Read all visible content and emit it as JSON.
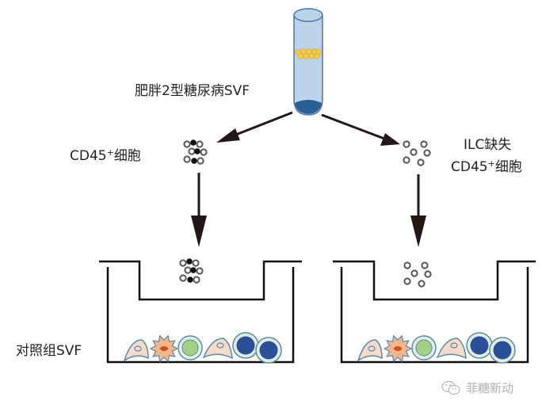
{
  "labels": {
    "source": "肥胖2型糖尿病SVF",
    "left_cells_prefix": "CD45",
    "left_cells_sup": "+",
    "left_cells_suffix": "细胞",
    "right_line1": "ILC缺失",
    "right_cells_prefix": "CD45",
    "right_cells_sup": "+",
    "right_cells_suffix": "细胞",
    "control": "对照组SVF"
  },
  "watermark": {
    "icon": "wechat-icon",
    "text": "菲糖新动"
  },
  "colors": {
    "tube_fill": "#bcd3ea",
    "tube_stroke": "#4a78a8",
    "pellet": "#2c5f94",
    "fat_layer": "#f2c94c",
    "arrow": "#231815",
    "well": "#111111",
    "cell_ring": "#555555",
    "cell_black": "#111111",
    "fibroblast": "#f6dcc8",
    "macrophage": "#f3b58a",
    "macrophage_nucleus": "#c8501e",
    "green_cell": "#a3cf86",
    "blue_cell": "#2b4f98",
    "cell_halo": "#e0f0dc",
    "cell_outline": "#5a88b0"
  }
}
